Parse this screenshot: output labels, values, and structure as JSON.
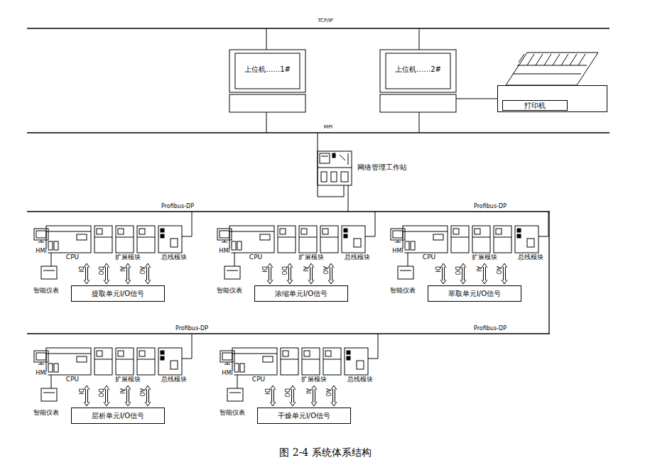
{
  "diagram": {
    "caption": "图 2-4 系统体系结构",
    "nodes": [
      {
        "text": [
          "上位机……1#"
        ]
      },
      {
        "text": [
          "上位机……2#"
        ]
      },
      {
        "text": [
          "打印机"
        ]
      },
      {
        "text": [
          "网络管理工作站"
        ]
      },
      {
        "text": [
          "提取单元I/O信号"
        ]
      },
      {
        "text": [
          "浓缩单元I/O信号"
        ]
      },
      {
        "text": [
          "萃取单元I/O信号"
        ]
      },
      {
        "text": [
          "层析单元I/O信号"
        ]
      },
      {
        "text": [
          "干燥单元I/O信号"
        ]
      }
    ],
    "edges": [
      {
        "from": 1,
        "to": 2,
        "arrow": "none"
      }
    ],
    "labels": [
      "TCP/IP",
      "MPI",
      "Profibus-DP",
      "Profibus-DP",
      "Profibus-DP",
      "Profibus-DP",
      "HMI",
      "CPU",
      "扩展模块",
      "总线模块",
      "智能仪表",
      "DI",
      "DO",
      "AI",
      "AO",
      "HMI",
      "CPU",
      "扩展模块",
      "总线模块",
      "智能仪表",
      "DI",
      "DO",
      "AI",
      "AO",
      "HMI",
      "CPU",
      "扩展模块",
      "总线模块",
      "智能仪表",
      "DI",
      "DO",
      "AI",
      "AO",
      "HMI",
      "CPU",
      "扩展模块",
      "总线模块",
      "智能仪表",
      "DI",
      "DO",
      "AI",
      "AO",
      "HMI",
      "CPU",
      "扩展模块",
      "总线模块",
      "智能仪表",
      "DI",
      "DO",
      "AI",
      "AO"
    ]
  }
}
